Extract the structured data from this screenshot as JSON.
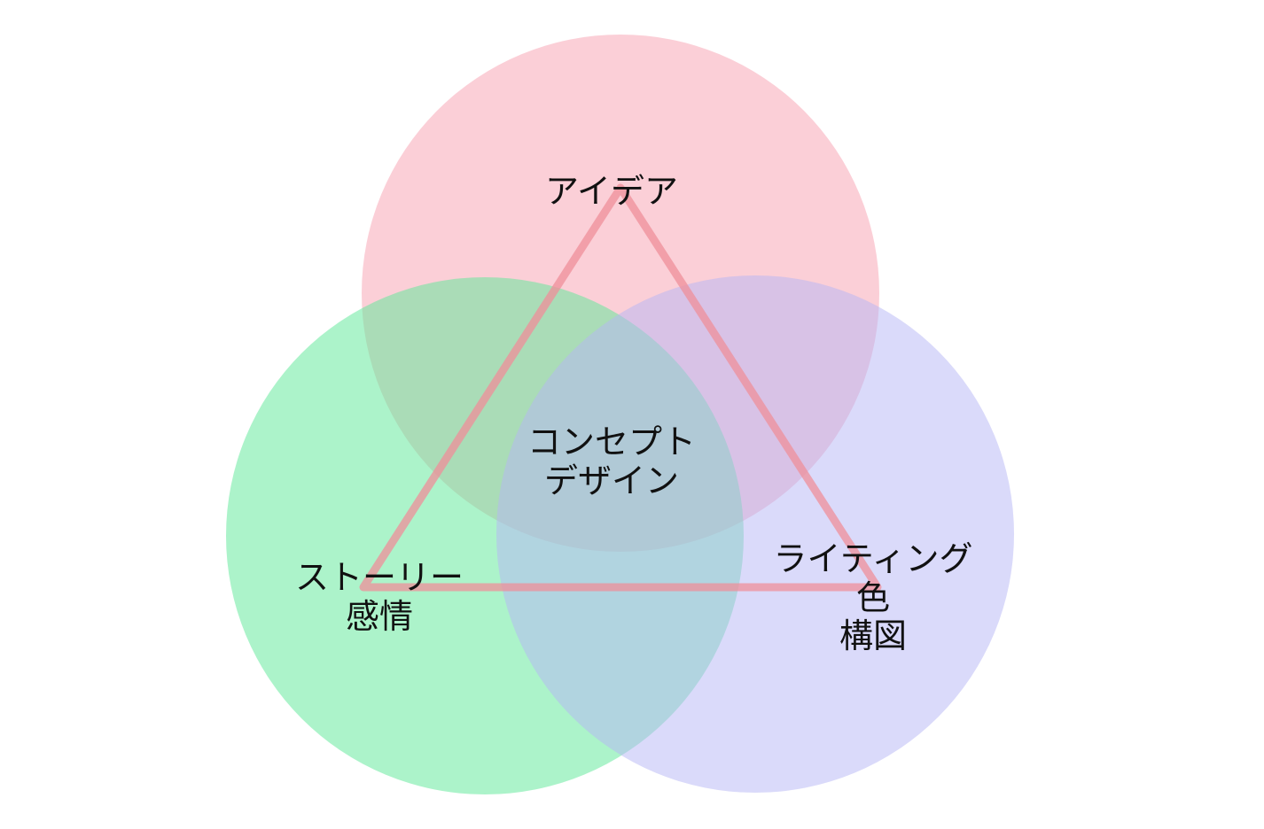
{
  "diagram": {
    "type": "venn-3",
    "circles": [
      {
        "id": "idea",
        "color": "#f7a8b6"
      },
      {
        "id": "story",
        "color": "#7ef0b0"
      },
      {
        "id": "lighting",
        "color": "#c0c0f7"
      }
    ],
    "triangle_color": "#ee9aa3",
    "labels": {
      "idea": "アイデア",
      "story_line1": "ストーリー",
      "story_line2": "感情",
      "lighting_line1": "ライティング",
      "lighting_line2": "色",
      "lighting_line3": "構図",
      "center_line1": "コンセプト",
      "center_line2": "デザイン"
    }
  }
}
